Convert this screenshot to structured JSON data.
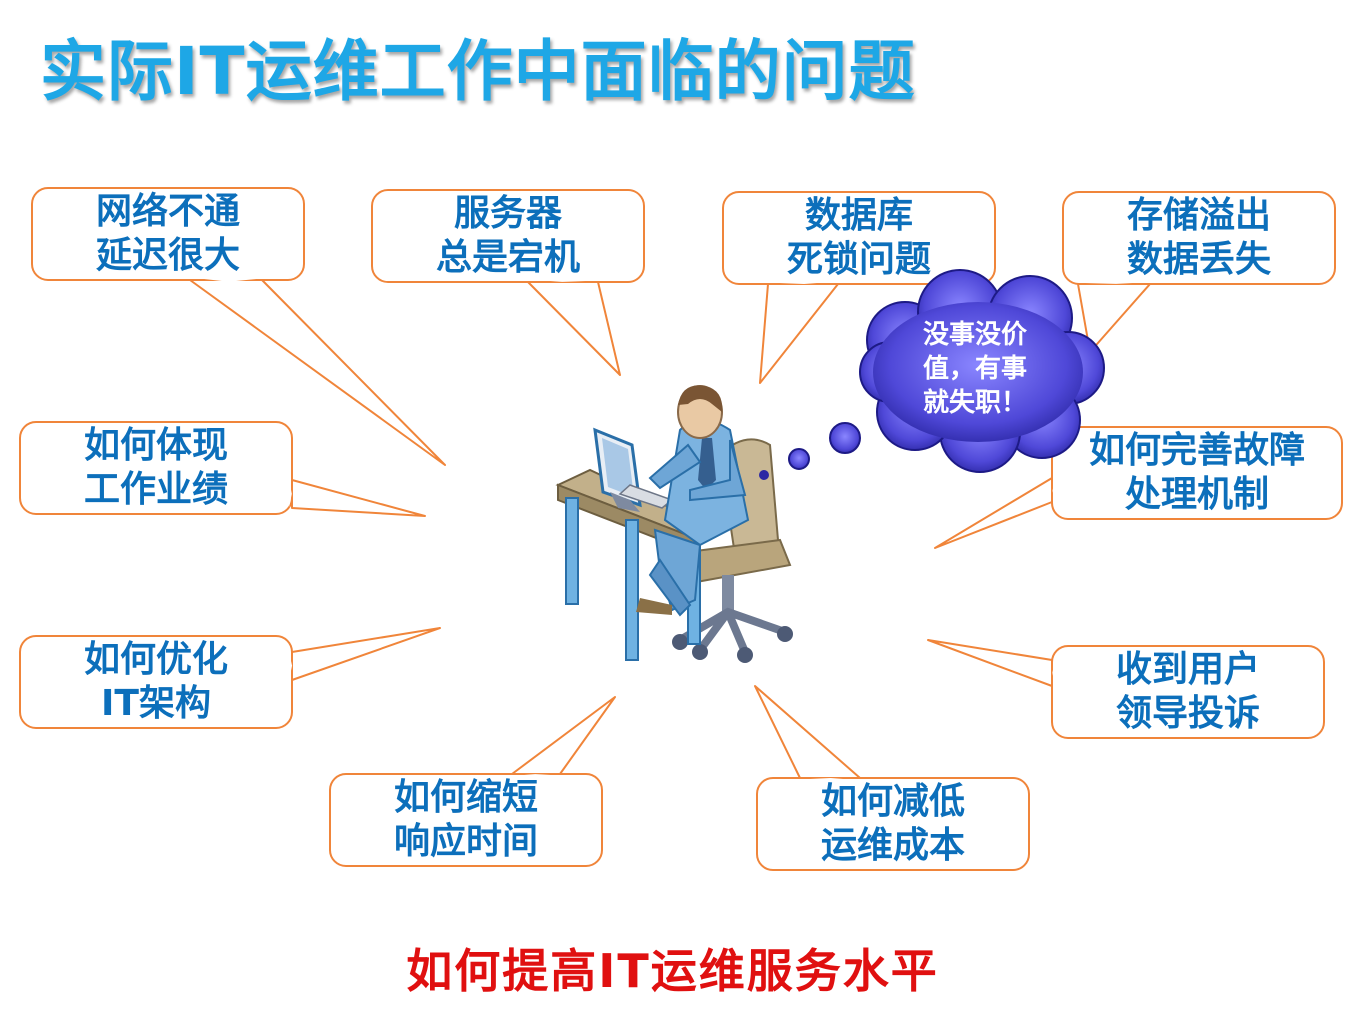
{
  "title": "实际IT运维工作中面临的问题",
  "callouts": [
    {
      "id": "network",
      "lines": [
        "网络不通",
        "延迟很大"
      ]
    },
    {
      "id": "server",
      "lines": [
        "服务器",
        "总是宕机"
      ]
    },
    {
      "id": "database",
      "lines": [
        "数据库",
        "死锁问题"
      ]
    },
    {
      "id": "storage",
      "lines": [
        "存储溢出",
        "数据丢失"
      ]
    },
    {
      "id": "performance",
      "lines": [
        "如何体现",
        "工作业绩"
      ]
    },
    {
      "id": "fault",
      "lines": [
        "如何完善故障",
        "处理机制"
      ]
    },
    {
      "id": "architecture",
      "lines": [
        "如何优化",
        "IT架构"
      ]
    },
    {
      "id": "complaint",
      "lines": [
        "收到用户",
        "领导投诉"
      ]
    },
    {
      "id": "response",
      "lines": [
        "如何缩短",
        "响应时间"
      ]
    },
    {
      "id": "cost",
      "lines": [
        "如何减低",
        "运维成本"
      ]
    }
  ],
  "thought": {
    "lines": [
      "没事没价",
      "值，有事",
      "就失职！"
    ]
  },
  "caption": "如何提高IT运维服务水平",
  "colors": {
    "title": "#1ea7e6",
    "box_border": "#f0853a",
    "box_text": "#0c6fbb",
    "cloud": "#5a4fe0",
    "caption": "#e01010"
  },
  "icons": {
    "center": "person-at-computer-icon",
    "thought": "thought-cloud-icon"
  }
}
